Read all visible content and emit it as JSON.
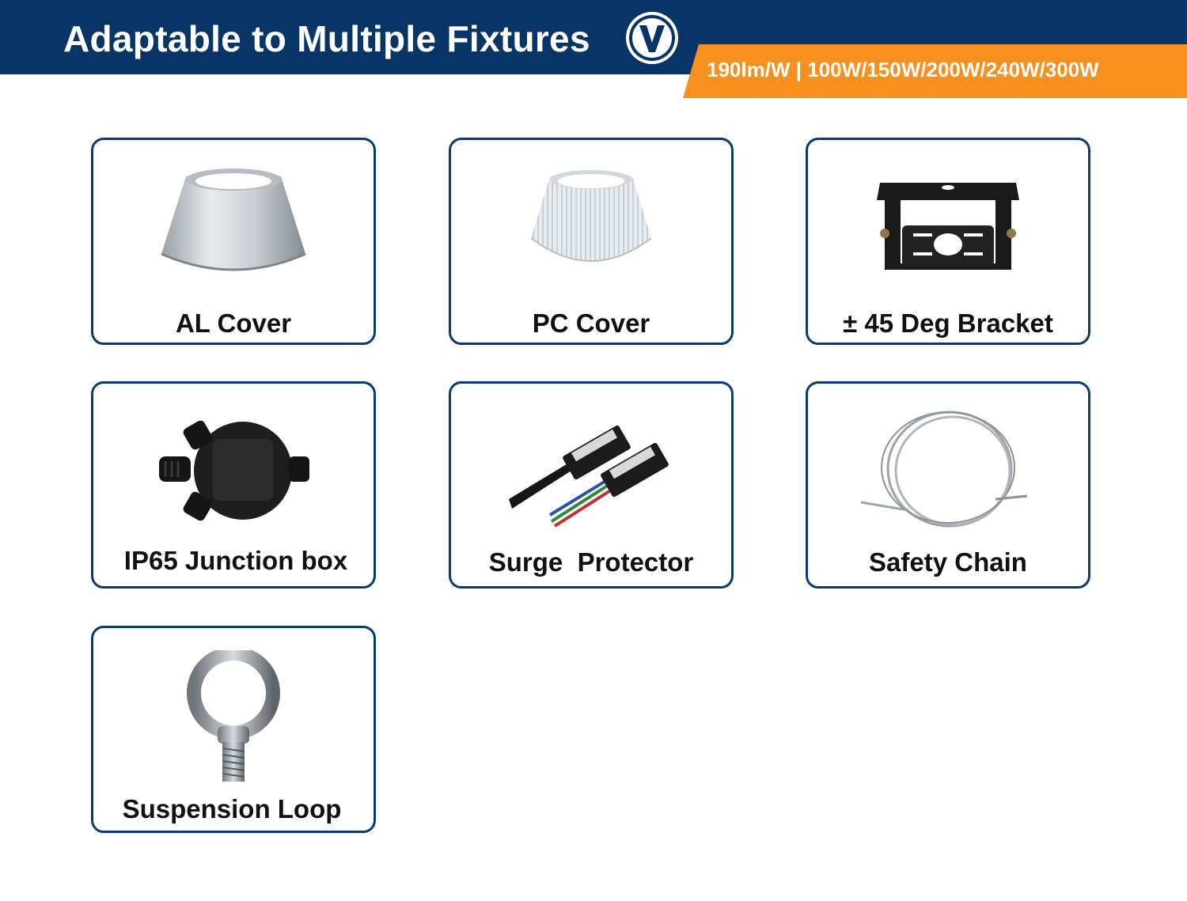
{
  "header": {
    "title": "Adaptable to Multiple Fixtures",
    "logo_letter": "V",
    "spec": "190lm/W | 100W/150W/200W/240W/300W",
    "colors": {
      "bar": "#083565",
      "tab": "#f7901e",
      "card_border": "#0b3a70"
    }
  },
  "cards": [
    {
      "label": "AL Cover",
      "icon": "aluminum-reflector-icon"
    },
    {
      "label": "PC Cover",
      "icon": "polycarbonate-reflector-icon"
    },
    {
      "label": "± 45 Deg Bracket",
      "icon": "mounting-bracket-icon"
    },
    {
      "label": "IP65 Junction box",
      "icon": "junction-box-icon"
    },
    {
      "label": "Surge  Protector",
      "icon": "surge-protector-icon"
    },
    {
      "label": "Safety Chain",
      "icon": "safety-cable-icon"
    },
    {
      "label": "Suspension Loop",
      "icon": "eye-bolt-icon"
    }
  ]
}
